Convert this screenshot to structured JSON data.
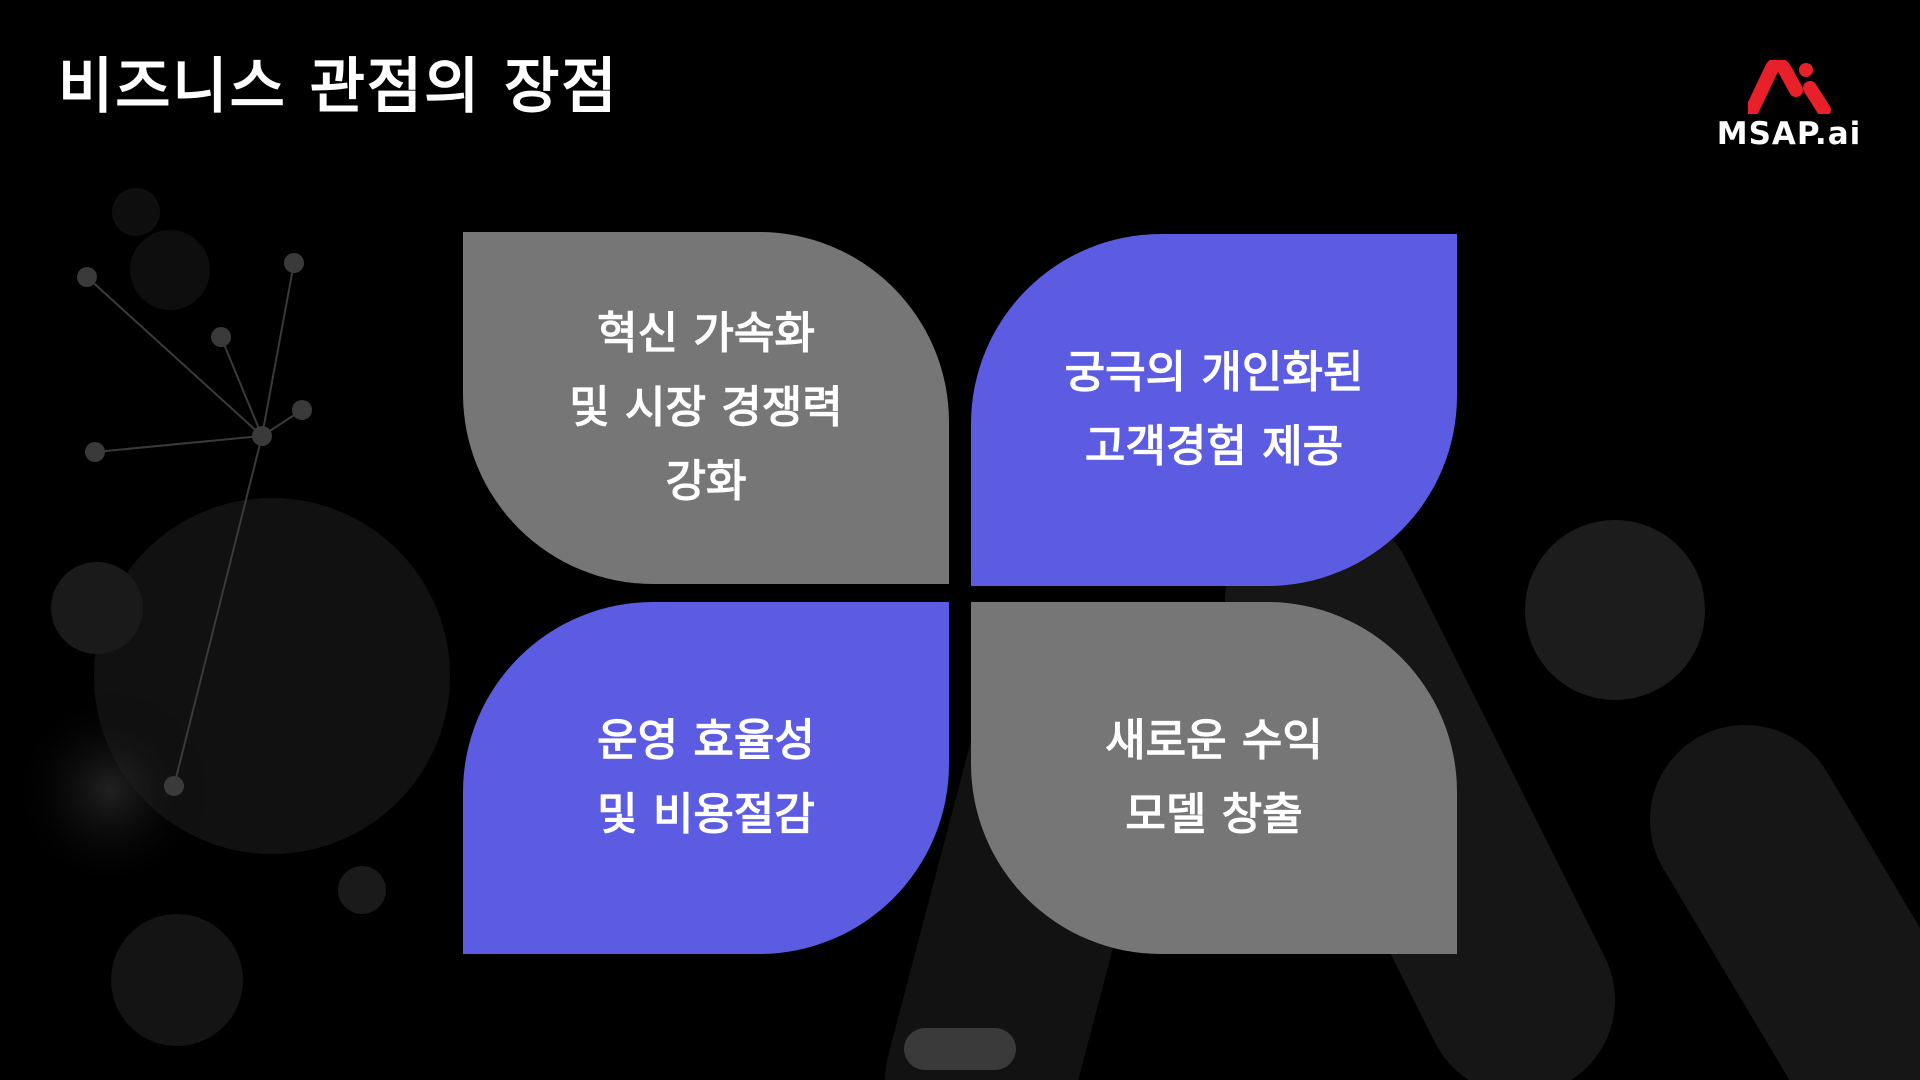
{
  "slide": {
    "title": "비즈니스 관점의 장점"
  },
  "logo": {
    "text": "MSAP.ai",
    "mark_color": "#e8202a"
  },
  "colors": {
    "background": "#000000",
    "gray_petal": "#767676",
    "accent_petal": "#5b5ce2",
    "text": "#ffffff"
  },
  "petals": [
    {
      "text": "혁신 가속화\n및 시장 경쟁력\n강화",
      "color": "#767676"
    },
    {
      "text": "궁극의 개인화된\n고객경험 제공",
      "color": "#5b5ce2"
    },
    {
      "text": "운영 효율성\n및 비용절감",
      "color": "#5b5ce2"
    },
    {
      "text": "새로운 수익\n모델 창출",
      "color": "#767676"
    }
  ]
}
